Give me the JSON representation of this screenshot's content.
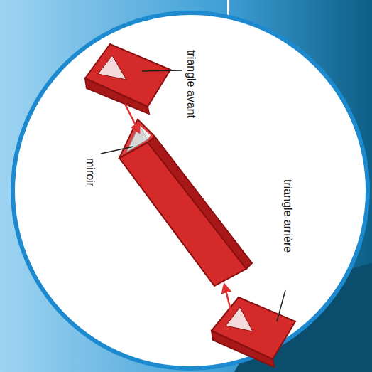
{
  "diagram": {
    "labels": [
      "triangle avant",
      "miroir",
      "triangle arrière"
    ]
  }
}
